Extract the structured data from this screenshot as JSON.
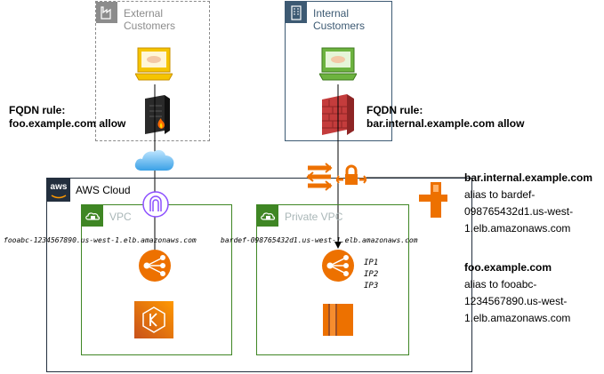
{
  "groups": {
    "external": {
      "label_line1": "External",
      "label_line2": "Customers"
    },
    "internal": {
      "label_line1": "Internal",
      "label_line2": "Customers"
    }
  },
  "fqdn_rules": {
    "left": {
      "line1": "FQDN rule:",
      "line2": "foo.example.com allow"
    },
    "right": {
      "line1": "FQDN rule:",
      "line2": "bar.internal.example.com allow"
    }
  },
  "aws": {
    "logo_text": "aws",
    "cloud_label": "AWS Cloud"
  },
  "vpcs": {
    "public": {
      "label": "VPC",
      "elb_dns": "fooabc-1234567890.us-west-1.elb.amazonaws.com"
    },
    "private": {
      "label": "Private VPC",
      "elb_dns": "bardef-098765432d1.us-west-1.elb.amazonaws.com"
    }
  },
  "ips": [
    "IP1",
    "IP2",
    "IP3"
  ],
  "dns_records": [
    {
      "name": "bar.internal.example.com",
      "lines": [
        "alias to bardef-",
        "098765432d1.us-west-",
        "1.elb.amazonaws.com"
      ]
    },
    {
      "name": "foo.example.com",
      "lines": [
        "alias to fooabc-",
        "1234567890.us-west-",
        "1.elb.amazonaws.com"
      ]
    }
  ],
  "colors": {
    "aws_orange": "#ed7100",
    "vpc_green": "#3f8624",
    "cloud_border": "#232f3e",
    "internal_group": "#3d5a73",
    "external_group": "#8c8c8c"
  },
  "icons": [
    "factory-icon",
    "office-building-icon",
    "client-computer-icon",
    "firewall-icon",
    "internet-cloud-icon",
    "internet-gateway-icon",
    "load-balancer-icon",
    "eks-icon",
    "ec2-icon",
    "transit-gateway-icon",
    "vpn-gateway-icon",
    "direct-connect-icon"
  ]
}
